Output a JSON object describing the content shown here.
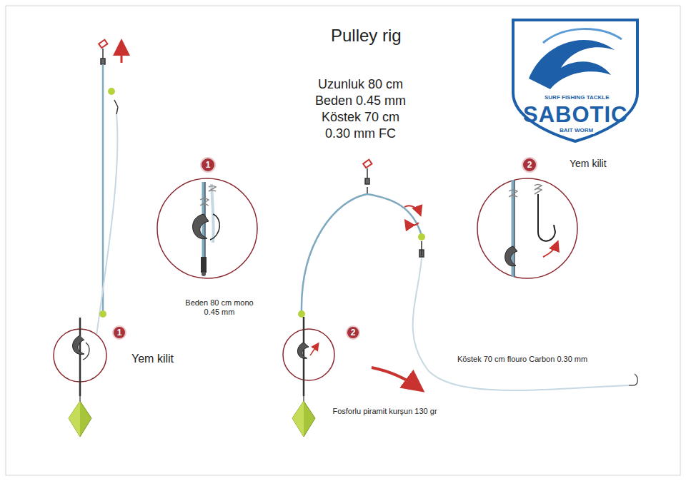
{
  "diagram": {
    "title": "Pulley rig",
    "nodes": [
      {
        "text": [
          "1"
        ]
      },
      {
        "text": [
          "2"
        ]
      },
      {
        "text": [
          "1"
        ]
      },
      {
        "text": [
          "2"
        ]
      }
    ],
    "labels": [
      "Uzunluk 80 cm",
      "Beden 0.45 mm",
      "Köstek 70 cm",
      "0.30 mm FC",
      "SURF FISHING TACKLE",
      "SABOTIC",
      "BAIT WORM",
      "Yem kilit",
      "Yem kilit",
      "Beden 80 cm mono 0.45 mm",
      "Köstek 70 cm flouro Carbon 0.30 mm",
      "Fosforlu piramit kurşun 130 gr"
    ]
  }
}
